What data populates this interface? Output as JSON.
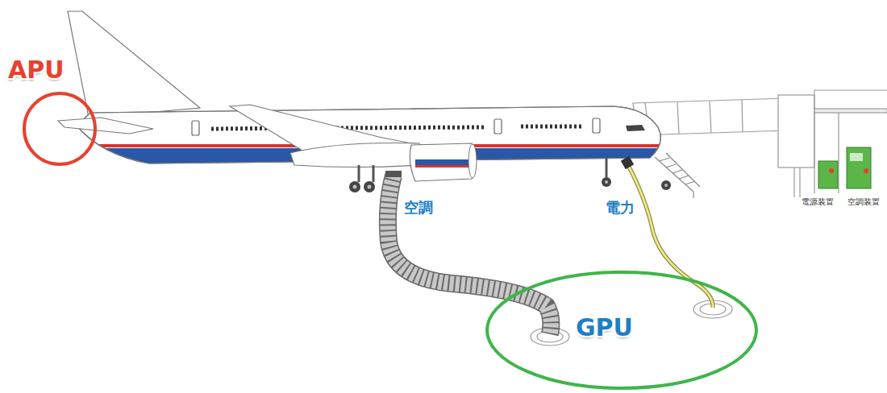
{
  "diagram": {
    "nodes": [
      {
        "text": [
          "APU"
        ]
      },
      {
        "text": [
          "GPU"
        ]
      }
    ],
    "labels": [
      "空調",
      "電力",
      "電源装置",
      "空調装置"
    ]
  }
}
